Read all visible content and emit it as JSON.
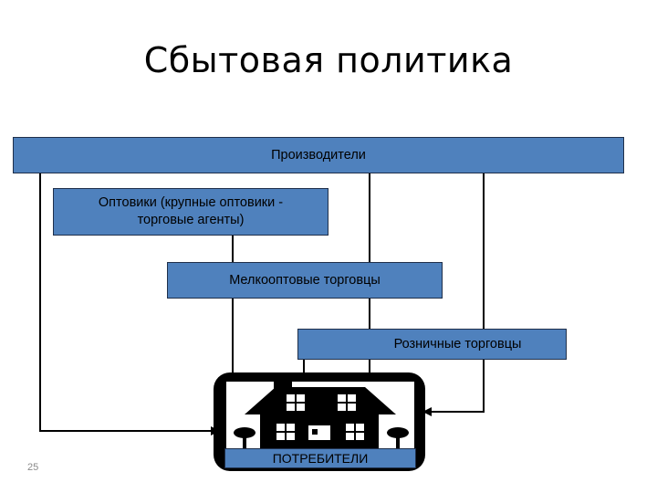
{
  "slide": {
    "title": "Сбытовая политика",
    "page_number": "25"
  },
  "diagram": {
    "producers": "Производители",
    "wholesalers": "Оптовики (крупные оптовики - торговые агенты)",
    "small_wholesale": "Мелкооптовые торговцы",
    "retail": "Розничные торговцы",
    "consumers": "ПОТРЕБИТЕЛИ"
  },
  "colors": {
    "box_fill": "#4f81bd",
    "line": "#000000"
  },
  "icons": {
    "consumers": "house-icon"
  }
}
